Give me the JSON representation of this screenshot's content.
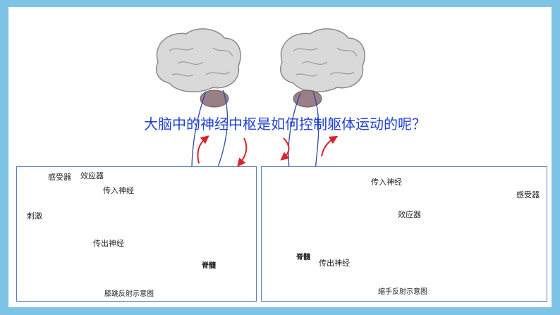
{
  "question": "大脑中的神经中枢是如何控制躯体运动的呢？",
  "left_panel": {
    "caption": "膝跳反射示意图",
    "labels": {
      "receptor": "感受器",
      "effector": "效应器",
      "afferent": "传入神经",
      "stimulus": "刺激",
      "efferent": "传出神经",
      "spinal_cord": "脊髓"
    }
  },
  "right_panel": {
    "caption": "缩手反射示意图",
    "labels": {
      "afferent": "传入神经",
      "receptor": "感受器",
      "effector": "效应器",
      "spinal_cord": "脊髓",
      "efferent": "传出神经"
    }
  },
  "colors": {
    "frame": "#7dc3e6",
    "question": "#1f3fd0",
    "panel_border": "#5b7bc4",
    "arrow": "#d9232d"
  }
}
